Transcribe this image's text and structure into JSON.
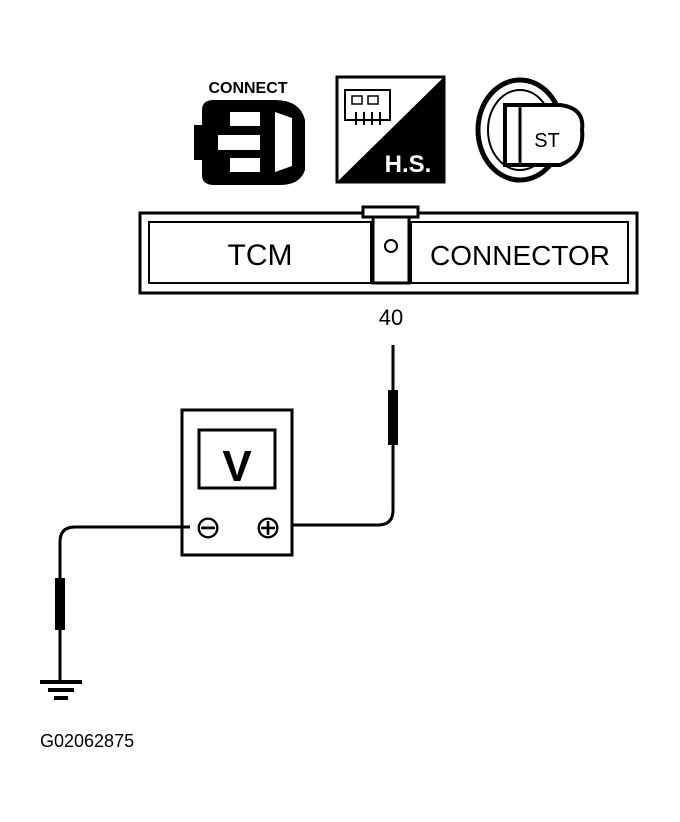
{
  "icons": {
    "connect": {
      "label": "CONNECT",
      "name": "connector-plug-icon"
    },
    "harness_side": {
      "label": "H.S.",
      "name": "harness-side-icon"
    },
    "ignition": {
      "label": "ST",
      "name": "ignition-key-icon"
    }
  },
  "connector": {
    "left_label": "TCM",
    "right_label": "CONNECTOR",
    "terminal": "40"
  },
  "meter": {
    "unit": "V",
    "negative": "⊖",
    "positive": "⊕"
  },
  "ground_symbol": "ground-icon",
  "figure_id": "G02062875"
}
